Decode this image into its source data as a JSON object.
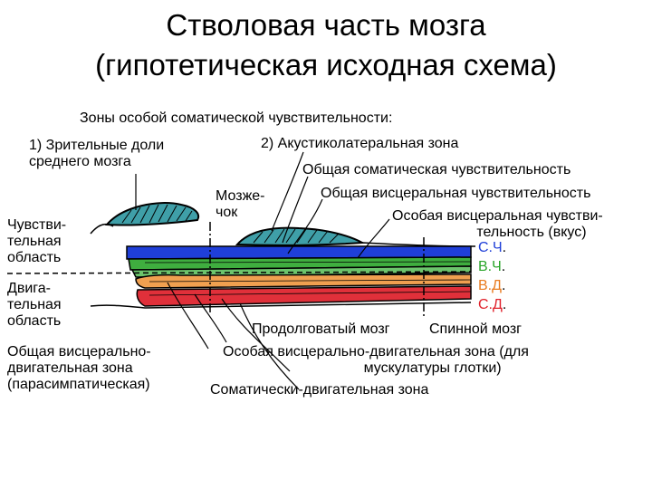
{
  "title": {
    "line1": "Стволовая часть мозга",
    "line2": "(гипотетическая исходная схема)"
  },
  "labels": {
    "special_somatic_zones": "Зоны особой соматической чувствительности:",
    "optic_lobes": "1) Зрительные доли\nсреднего мозга",
    "acoustic_zone": "2) Акустиколатеральная зона",
    "general_somatic_sensitivity": "Общая соматическая чувствительность",
    "general_visceral_sensitivity": "Общая висцеральная чувствительность",
    "special_visceral_sensitivity": "Особая висцеральная чувстви-\n                     тельность (вкус)",
    "cerebellum": "Мозже-\nчок",
    "sensory_area": "Чувстви-\nтельная\nобласть",
    "motor_area": "Двига-\nтельная\nобласть",
    "medulla": "Продолговатый мозг",
    "spinal_cord": "Спинной мозг",
    "visceral_motor_zone": "Общая висцерально-\nдвигательная зона\n(парасимпатическая)",
    "special_visceral_motor_zone": "Особая висцерально-двигательная зона (для\n                                   мускулатуры глотки)",
    "somatic_motor_zone": "Соматически-двигательная зона"
  },
  "legend": [
    {
      "text": "С.Ч",
      "color": "#1f3fd8"
    },
    {
      "text": "В.Ч",
      "color": "#2aa52a"
    },
    {
      "text": "В.Д",
      "color": "#e87a1e"
    },
    {
      "text": "С.Д",
      "color": "#e0202a"
    }
  ],
  "legend_dot": ".",
  "colors": {
    "somatic_sensory": "#1f3fd8",
    "visceral_sensory": "#3fae3f",
    "visceral_motor": "#f0a050",
    "somatic_motor": "#e0303a",
    "special_zones": "#3f9fa8"
  }
}
